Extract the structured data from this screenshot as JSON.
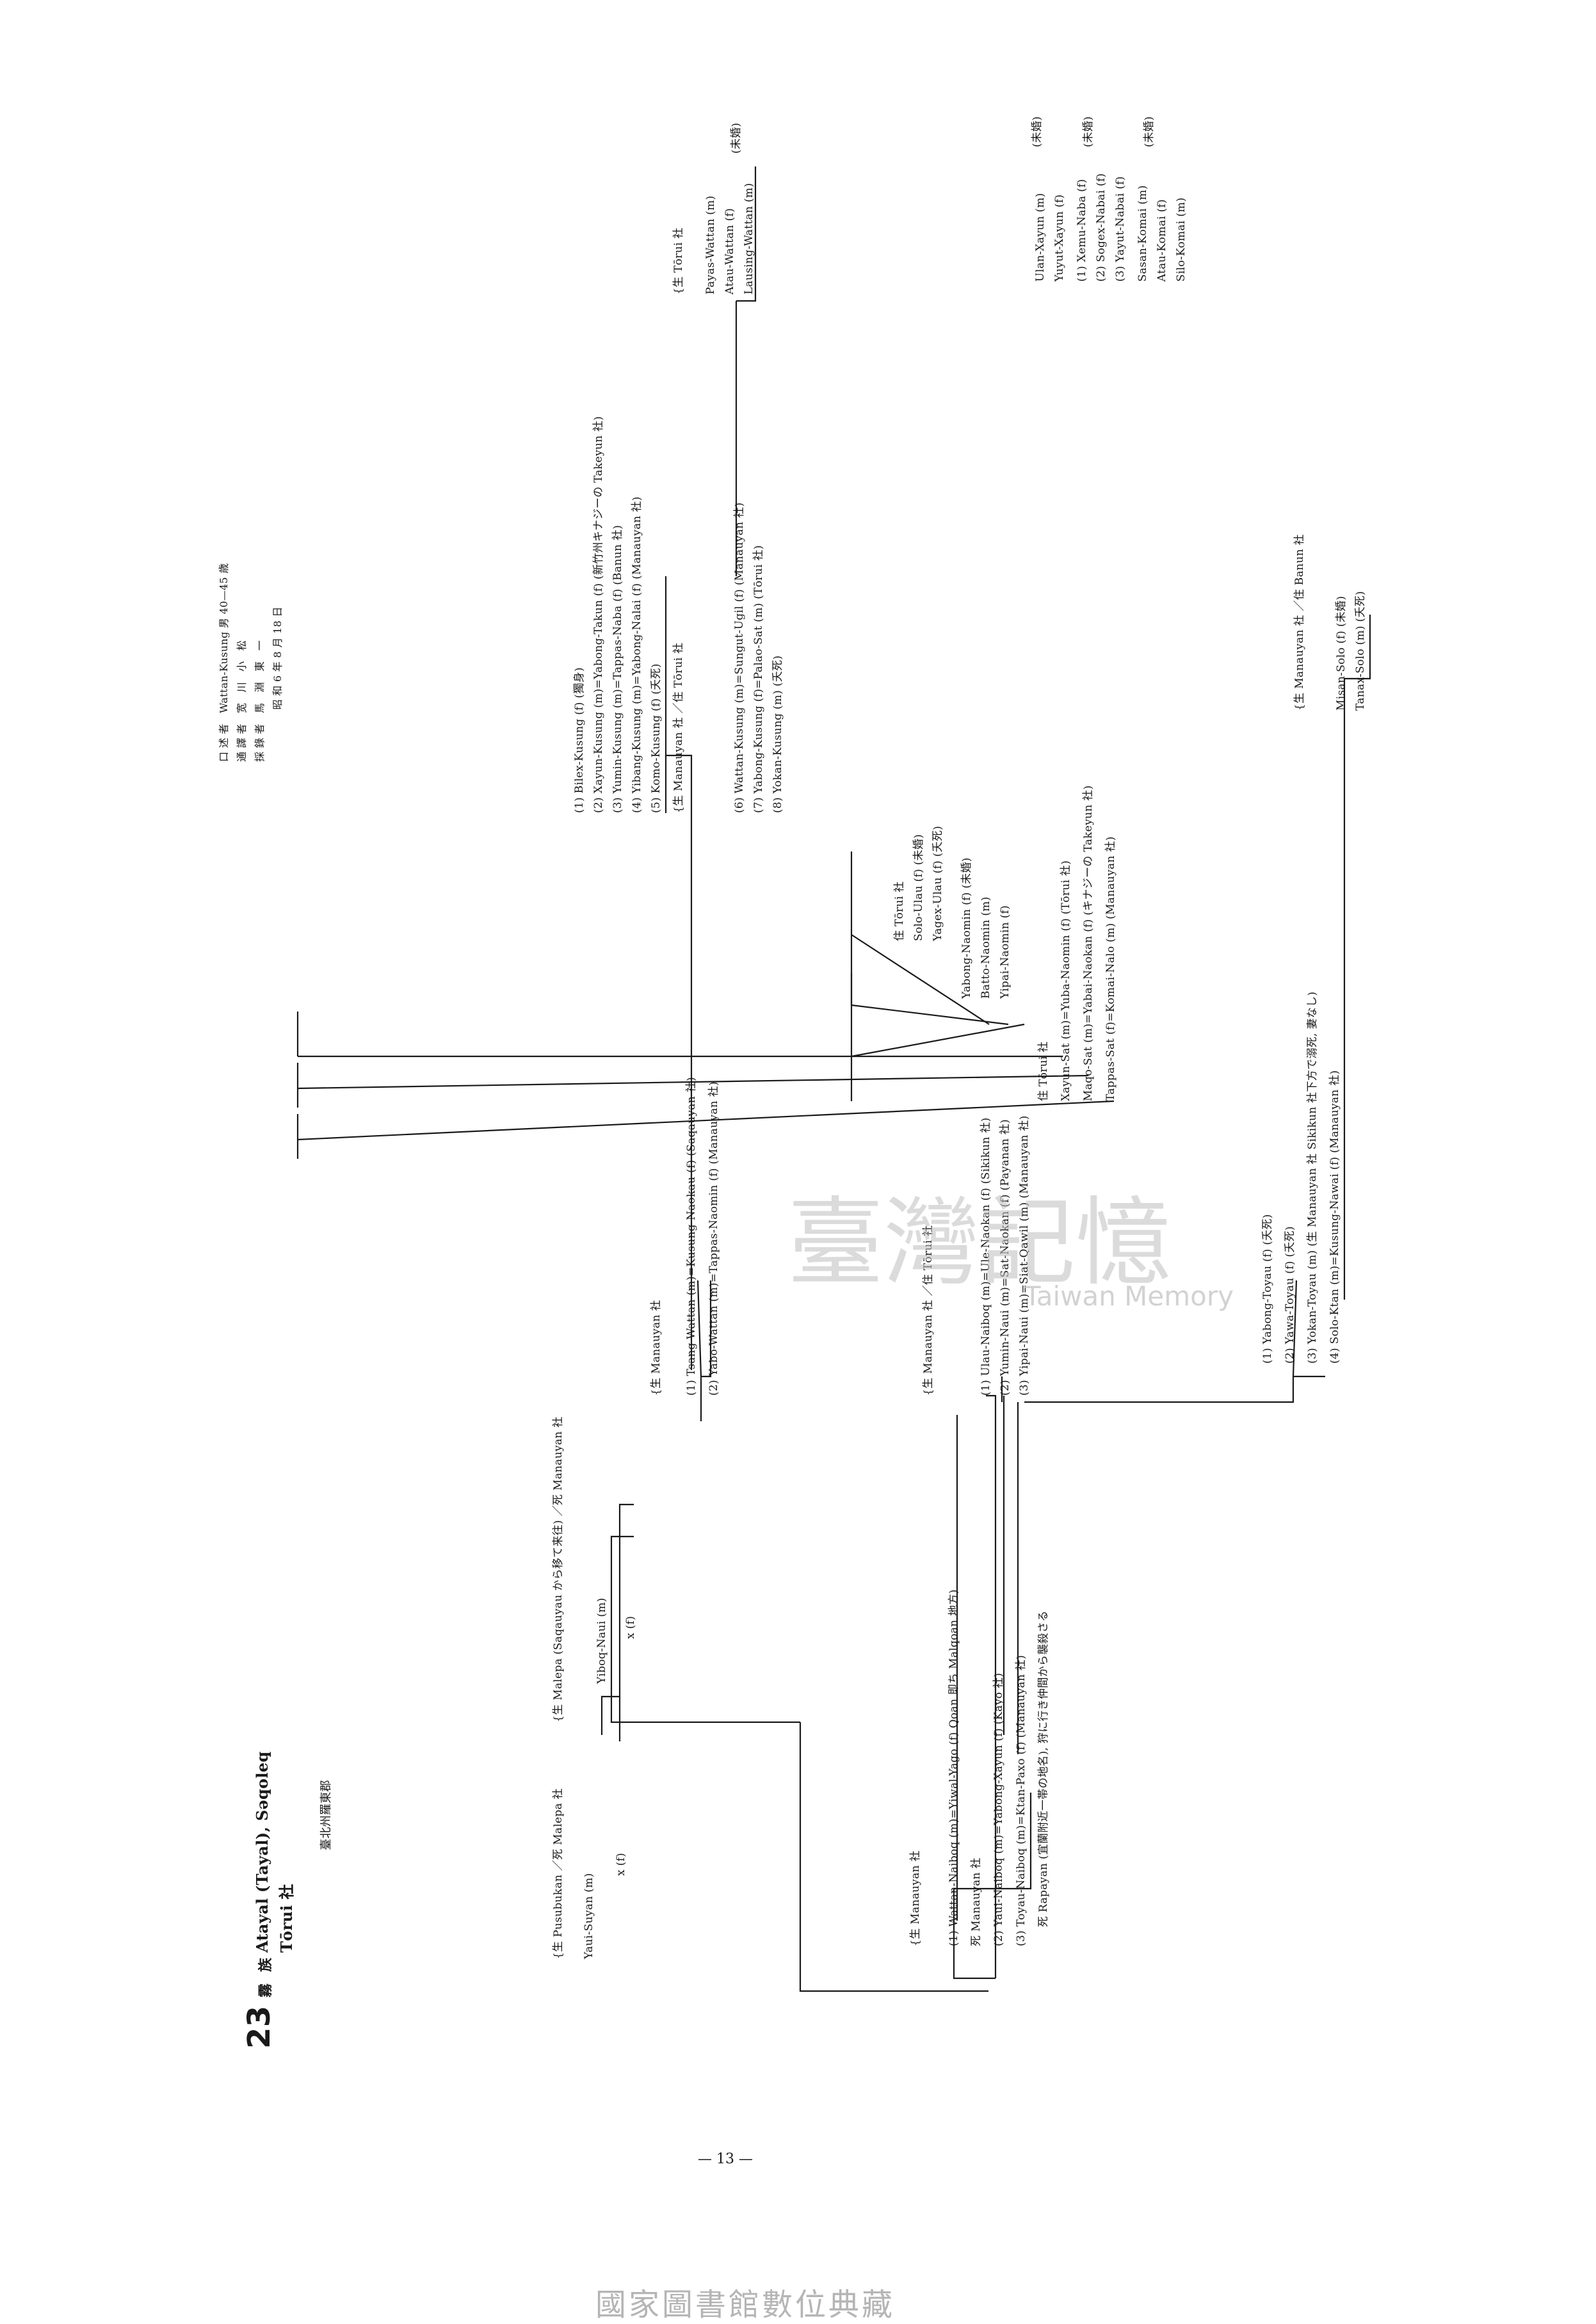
{
  "header": {
    "number": "23",
    "tribe": "族",
    "tribe_prefix": "霧",
    "name": "Atayal (Tayal), Sәqoleq",
    "village": "Tōrui 社",
    "location": "臺北州羅東郡"
  },
  "informant": {
    "lines": [
      "口 述 者　Wattan-Kusung 男 40—45 歳",
      "通 譯 者　宽　川　小　松",
      "採 錄 者　馬　淵　東　一",
      "　　　　　昭 和 6 年 8 月 18 日"
    ]
  },
  "page_number": "— 13 —",
  "watermark": {
    "chinese": "臺灣記憶",
    "english": "Taiwan Memory",
    "footer": "國家圖書館數位典藏"
  },
  "nodes": {
    "n_pusubukan": "{生 Pusubukan ／死 Malepa 社",
    "n_yaui_suyan": "Yaui-Suyan (m)",
    "n_x1": "x (f)",
    "n_malepa": "{生 Malepa (Saqauyau から移て来往) ／死 Manauyan 社",
    "n_yiboq_naui": "Yiboq-Naui (m)",
    "n_x2": "x (f)",
    "g1_head": "{生 Manauyan 社",
    "g1_1": "(1) Wattan-Naiboq (m)=Yiwal-Yago (f) Qoan 即ち Malqoan 地方)",
    "g1_1b": "死 Manauyan 社",
    "g1_2": "(2) Yaui-Naiboq (m)=Yabong-Xayun (f) (Kayo 社)",
    "g1_3": "(3) Toyau-Naiboq (m)=Ktan-Paxo (f) (Manauyan 社)",
    "g1_3b": "死 Rapayan (宜蘭附近一帯の地名), 狩に行き仲間から襲殺さる",
    "g2_head": "{生 Manauyan 社",
    "g2_1": "(1) Tsang-Wattan (m)=Kusung-Naokau (f) (Saqauyan 社)",
    "g2_2": "(2) Yabo-Wattan (m)=Tappas-Naomin (f) (Manauyan 社)",
    "g3_head": "{生 Manauyan 社 ／住 Tōrui 社",
    "g3_1": "(1) Ulau-Naiboq (m)=Ule-Naokan (f) (Sikikun 社)",
    "g3_2": "(2) Yumin-Naui (m)=Sat-Naokan (f) (Payanan 社)",
    "g3_3": "(3) Yipai-Naui (m)=Siat-Qawil (m) (Manauyan 社)",
    "g4_1": "(1) Yabong-Toyau (f) (夭死)",
    "g4_2": "(2) Yawa-Toyau (f) (夭死)",
    "g4_3": "(3) Yokan-Toyau (m) (生 Manauyan 社 Sikikun 社下方で溺死, 妻なし)",
    "g4_4": "(4) Solo-Ktan (m)=Kusung-Nawai (f) (Manauyan 社)",
    "g5_head": "{生 Manauyan 社 ／住 Tōrui 社",
    "g5_1": "(1) Bilex-Kusung (f) (獨身)",
    "g5_2": "(2) Xayun-Kusung (m)=Yabong-Takun (f) (新竹州キナジーの Takeyun 社)",
    "g5_3": "(3) Yumin-Kusung (m)=Tappas-Naba (f) (Banun 社)",
    "g5_4": "(4) Yibang-Kusung (m)=Yabong-Nalai (f) (Manauyan 社)",
    "g5_5": "(5) Komo-Kusung (f) (夭死)",
    "g5_6": "(6) Wattan-Kusung (m)=Sungut-Ugil (f) (Manauyan 社)",
    "g5_7": "(7) Yabong-Kusung (f)=Palao-Sat (m) (Tōrui 社)",
    "g5_8": "(8) Yokan-Kusung (m) (夭死)",
    "g6_head": "住 Tōrui 社",
    "g6_1": "Solo-Ulau (f) (未婚)",
    "g6_2": "Yagex-Ulau (f) (夭死)",
    "g7_1": "Yabong-Naomin (f) (未婚)",
    "g7_2": "Batto-Naomin (m)",
    "g7_3": "Yipai-Naomin (f)",
    "g8_head": "住 Tōrui 社",
    "g8_1": "Xayun-Sat (m)=Yuba-Naomin (f) (Tōrui 社)",
    "g8_2": "Maqo-Sat (m)=Yabai-Naokan (f) (キナジーの Takeyun 社)",
    "g8_3": "Tappas-Sat (f)=Komai-Nalo (m) (Manauyan 社)",
    "g9_head": "{生 Manauyan 社 ／住 Banun 社",
    "g9_1": "Misan-Solo (f) (未婚)",
    "g9_2": "Tanax-Solo (m) (夭死)",
    "g10_head": "{生 Tōrui 社",
    "g10_1": "Payas-Wattan (m)",
    "g10_2": "Atau-Wattan (f)",
    "g10_3": "Lausing-Wattan (m)",
    "g10_note": "(未婚)",
    "g11_1": "Ulan-Xayun (m)",
    "g11_2": "Yuyut-Xayun (f)",
    "g11_note": "(未婚)",
    "g12_1": "(1) Xemu-Naba (f)",
    "g12_2": "(2) Sogex-Nabai (f)",
    "g12_3": "(3) Yayut-Nabai (f)",
    "g12_note": "(未婚)",
    "g13_1": "Sasan-Komai (m)",
    "g13_2": "Atau-Komai (f)",
    "g13_3": "Silo-Komai (m)",
    "g13_note": "(未婚)"
  }
}
